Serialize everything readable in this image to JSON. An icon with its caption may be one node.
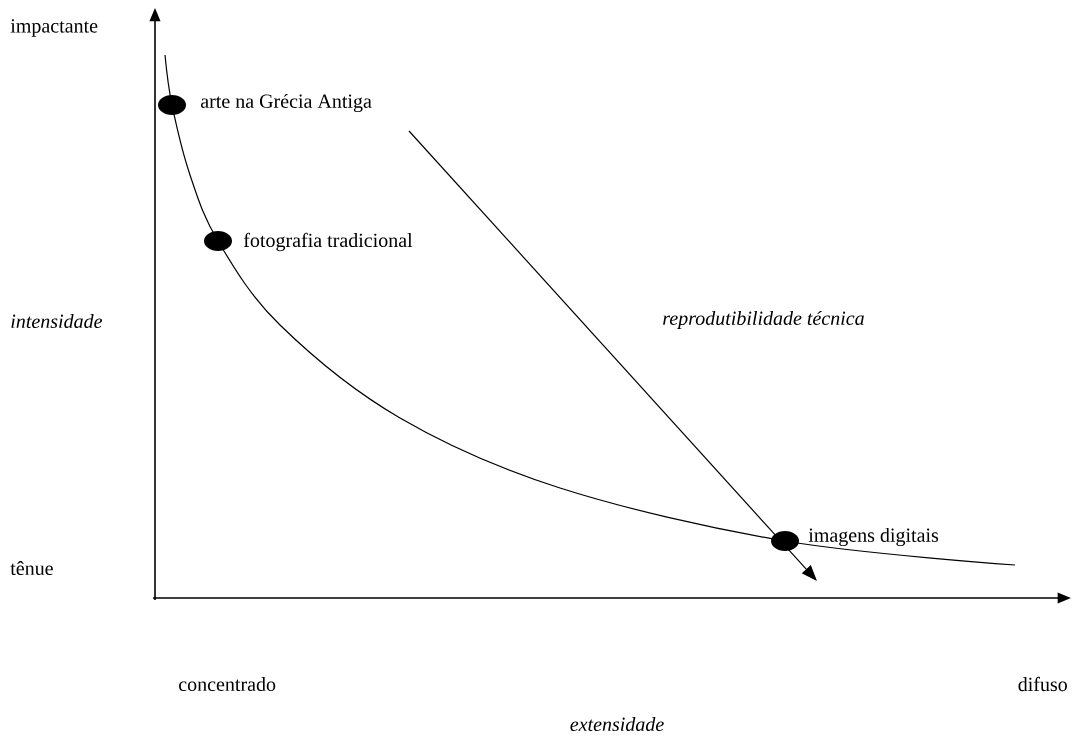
{
  "diagram": {
    "nodes": [
      {
        "text": [],
        "shape": "circle",
        "beside": [
          "arte na Grécia Antiga"
        ]
      },
      {
        "text": [],
        "shape": "circle",
        "beside": [
          "fotografia tradicional"
        ]
      },
      {
        "text": [],
        "shape": "circle",
        "beside": [
          "imagens digitais"
        ]
      }
    ],
    "labels": [
      "impactante",
      "*intensidade*",
      "tênue",
      "*reprodutibilidade técnica*",
      "concentrado",
      "difuso",
      "*extensidade*"
    ]
  }
}
